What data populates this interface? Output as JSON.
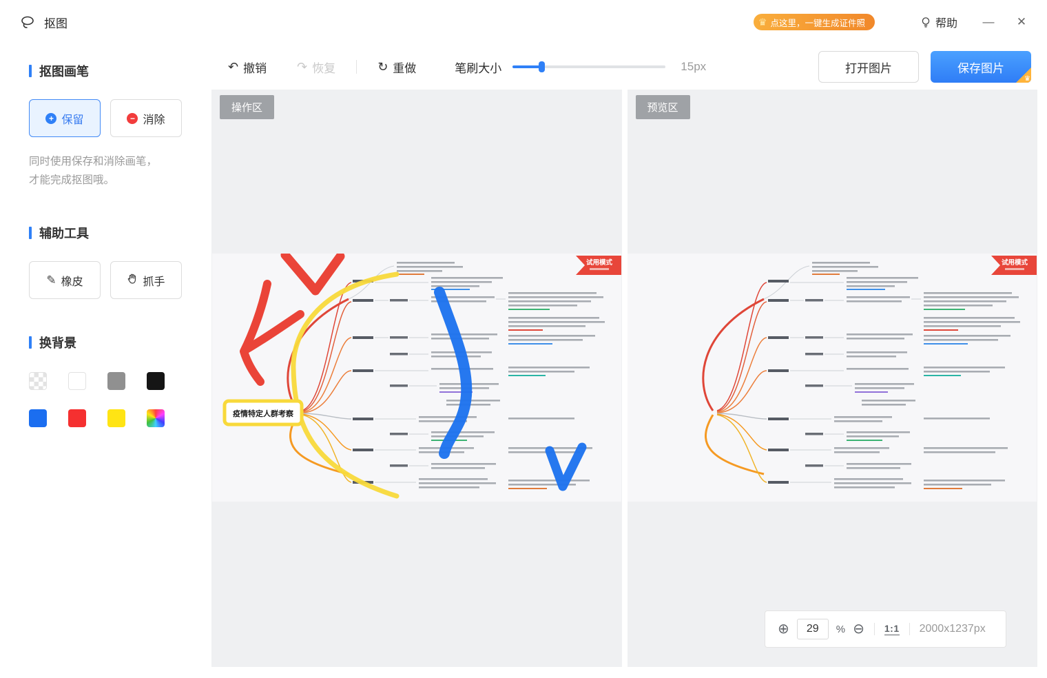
{
  "titlebar": {
    "app_title": "抠图",
    "promo_badge": "点这里，一键生成证件照",
    "promo_icon": "♛",
    "help_label": "帮助",
    "minimize_glyph": "—",
    "close_glyph": "✕"
  },
  "toolbar": {
    "undo_icon": "↶",
    "undo_label": "撤销",
    "redo_icon": "↷",
    "redo_label": "恢复",
    "remake_icon": "↻",
    "remake_label": "重做",
    "brush_size_label": "笔刷大小",
    "brush_size_value": "15px",
    "open_image_label": "打开图片",
    "save_image_label": "保存图片",
    "save_corner_icon": "♛"
  },
  "sidebar": {
    "brush_section_title": "抠图画笔",
    "keep_icon": "+",
    "keep_label": "保留",
    "remove_icon": "−",
    "remove_label": "消除",
    "hint_line1": "同时使用保存和消除画笔，",
    "hint_line2": "才能完成抠图哦。",
    "tools_section_title": "辅助工具",
    "eraser_icon": "✎",
    "eraser_label": "橡皮",
    "hand_label": "抓手",
    "background_section_title": "换背景",
    "colors": {
      "transparent": "checkerboard",
      "white": "#ffffff",
      "gray": "#909090",
      "black": "#151515",
      "blue": "#1b6ef0",
      "red": "#f53030",
      "yellow": "#ffe414",
      "rainbow": "multicolor"
    },
    "brush_colors": {
      "keep_stroke": "#1b6ef0",
      "remove_stroke": "#ea3b2e",
      "trace_stroke": "#f8d93b"
    }
  },
  "canvas": {
    "operation_label": "操作区",
    "preview_label": "预览区",
    "trial_badge_text": "试用模式",
    "mindmap_root_title": "疫情特定人群考察"
  },
  "statusbar": {
    "zoom_in_icon": "⊕",
    "zoom_value": "29",
    "percent_sign": "%",
    "zoom_out_icon": "⊖",
    "ratio_label": "1:1",
    "image_dimensions": "2000x1237px"
  }
}
